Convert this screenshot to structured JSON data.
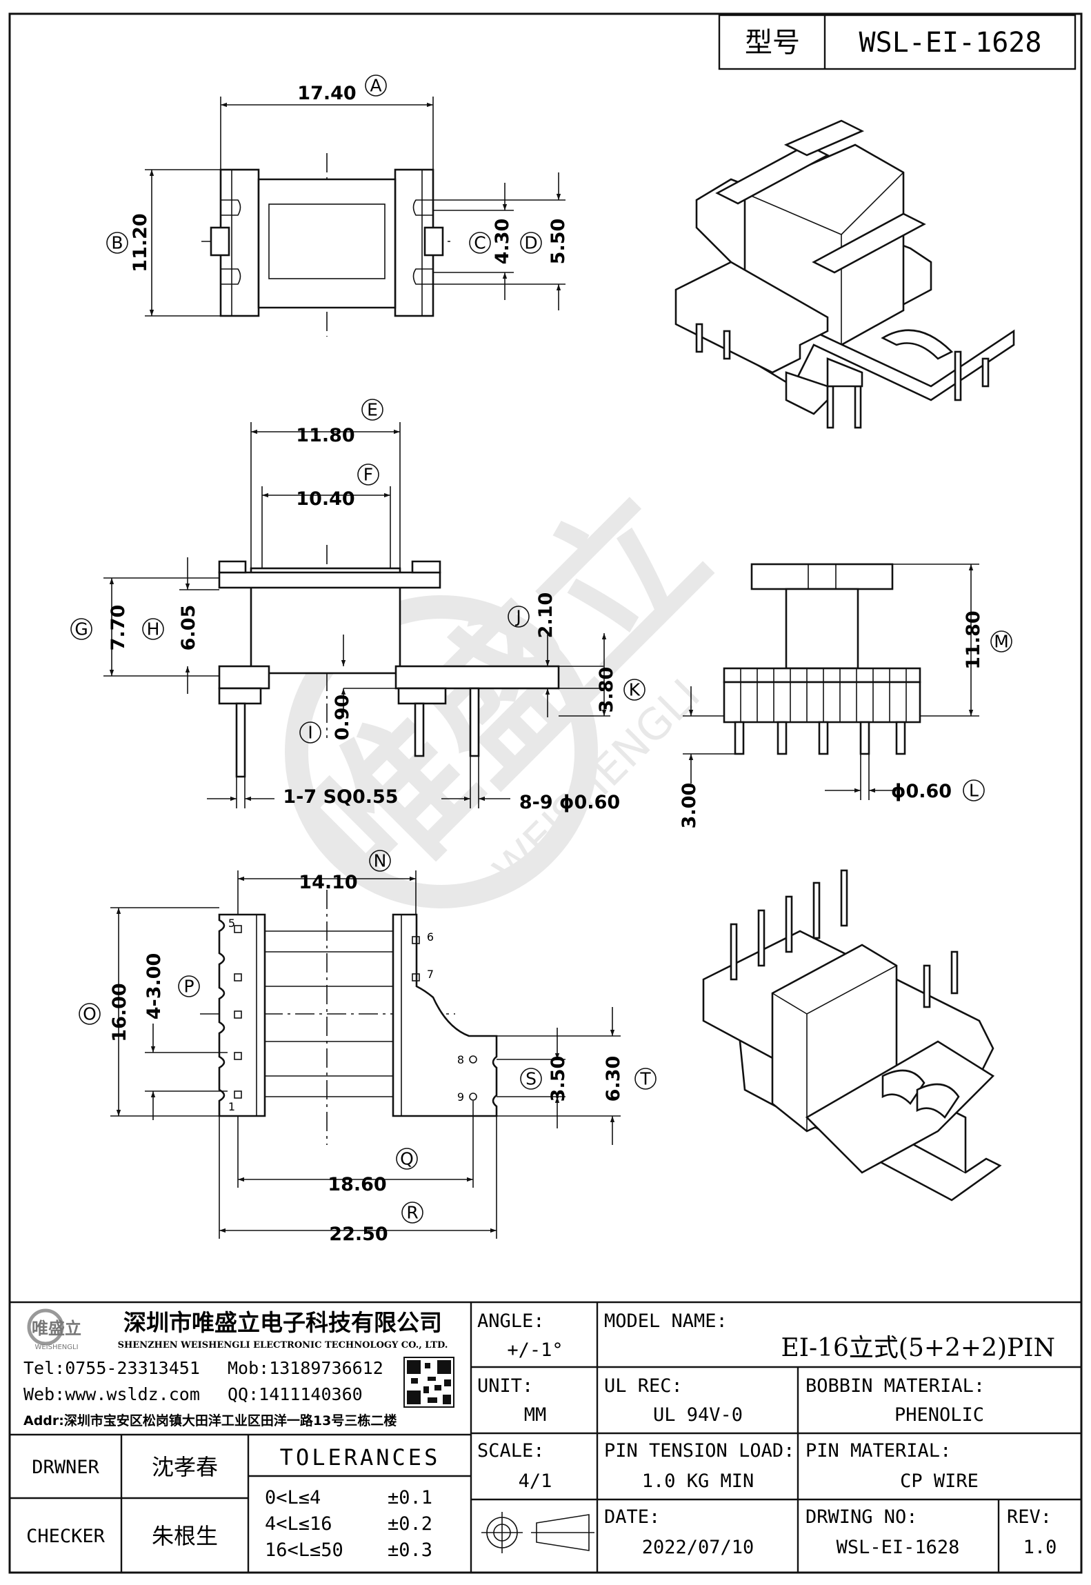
{
  "header": {
    "model_label": "型号",
    "model_value": "WSL-EI-1628"
  },
  "watermark": {
    "brand": "唯盛立",
    "latin": "WEISHENGLI"
  },
  "dims": {
    "A": {
      "letter": "A",
      "value": "17.40"
    },
    "B": {
      "letter": "B",
      "value": "11.20"
    },
    "C": {
      "letter": "C",
      "value": "4.30"
    },
    "D": {
      "letter": "D",
      "value": "5.50"
    },
    "E": {
      "letter": "E",
      "value": "11.80"
    },
    "F": {
      "letter": "F",
      "value": "10.40"
    },
    "G": {
      "letter": "G",
      "value": "7.70"
    },
    "H": {
      "letter": "H",
      "value": "6.05"
    },
    "I": {
      "letter": "I",
      "value": "0.90"
    },
    "J": {
      "letter": "J",
      "value": "2.10"
    },
    "K": {
      "letter": "K",
      "value": "3.80"
    },
    "L": {
      "letter": "L",
      "value": "ϕ0.60"
    },
    "M": {
      "letter": "M",
      "value": "11.80"
    },
    "N": {
      "letter": "N",
      "value": "14.10"
    },
    "O": {
      "letter": "O",
      "value": "16.00"
    },
    "P": {
      "letter": "P",
      "value": "4-3.00"
    },
    "Q": {
      "letter": "Q",
      "value": "18.60"
    },
    "R": {
      "letter": "R",
      "value": "22.50"
    },
    "S": {
      "letter": "S",
      "value": "3.50"
    },
    "T": {
      "letter": "T",
      "value": "6.30"
    },
    "pin_a": "1-7 SQ0.55",
    "pin_b": "8-9 ϕ0.60",
    "pin_len": "3.00"
  },
  "pin_numbers": [
    "1",
    "5",
    "6",
    "7",
    "8",
    "9"
  ],
  "company": {
    "name_cn": "深圳市唯盛立电子科技有限公司",
    "name_en": "SHENZHEN WEISHENGLI ELECTRONIC TECHNOLOGY CO., LTD.",
    "tel": "Tel:0755-23313451",
    "mob": "Mob:13189736612",
    "web": "Web:www.wsldz.com",
    "qq": "QQ:1411140360",
    "addr": "Addr:深圳市宝安区松岗镇大田洋工业区田洋一路13号三栋二楼",
    "logo_text": "唯盛立",
    "logo_sub": "WEISHENGLI"
  },
  "title_block": {
    "angle_label": "ANGLE:",
    "angle_value": "+/-1°",
    "model_name_label": "MODEL NAME:",
    "model_name_value": "EI-16立式(5+2+2)PIN",
    "unit_label": "UNIT:",
    "unit_value": "MM",
    "ul_label": "UL REC:",
    "ul_value": "UL 94V-0",
    "bobbin_label": "BOBBIN MATERIAL:",
    "bobbin_value": "PHENOLIC",
    "scale_label": "SCALE:",
    "scale_value": "4/1",
    "tension_label": "PIN TENSION LOAD:",
    "tension_value": "1.0 KG MIN",
    "pin_mat_label": "PIN MATERIAL:",
    "pin_mat_value": "CP WIRE",
    "date_label": "DATE:",
    "date_value": "2022/07/10",
    "drwing_label": "DRWING NO:",
    "drwing_value": "WSL-EI-1628",
    "rev_label": "REV:",
    "rev_value": "1.0",
    "drawer_label": "DRWNER",
    "drawer_value": "沈孝春",
    "checker_label": "CHECKER",
    "checker_value": "朱根生",
    "tol_title": "TOLERANCES",
    "tol_rows": [
      {
        "range": "0<L≤4",
        "value": "±0.1"
      },
      {
        "range": "4<L≤16",
        "value": "±0.2"
      },
      {
        "range": "16<L≤50",
        "value": "±0.3"
      }
    ]
  }
}
